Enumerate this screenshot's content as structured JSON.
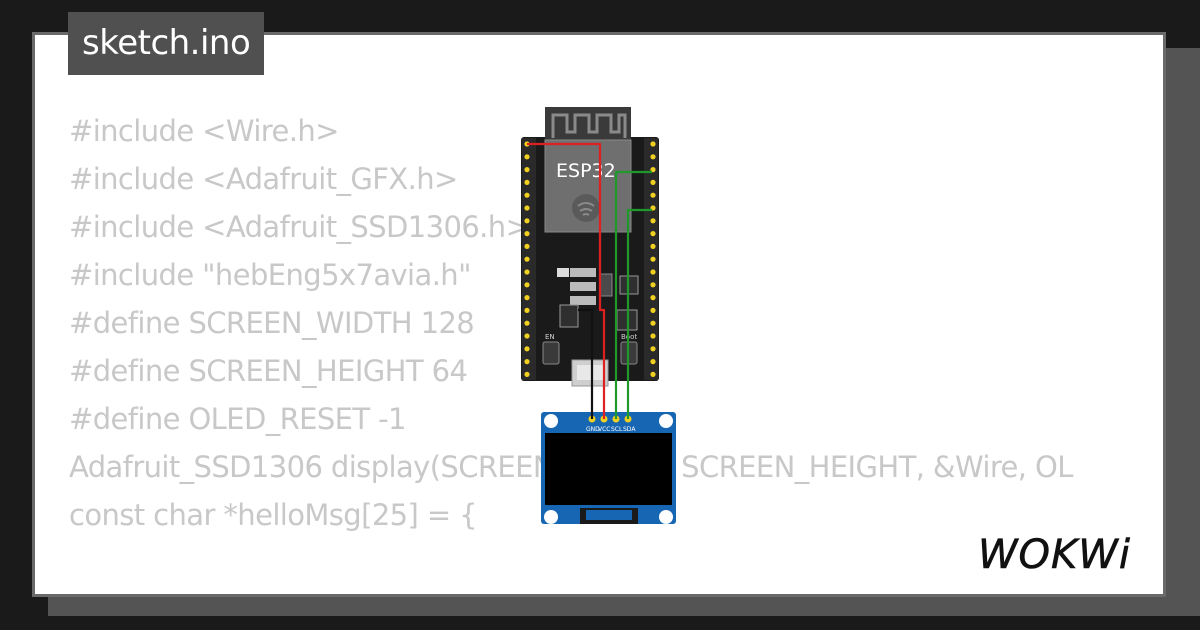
{
  "tab": {
    "title": "sketch.ino"
  },
  "code_lines": [
    "#include <Wire.h>",
    "#include <Adafruit_GFX.h>",
    "#include <Adafruit_SSD1306.h>",
    "#include \"hebEng5x7avia.h\"",
    "",
    "#define SCREEN_WIDTH 128",
    "#define SCREEN_HEIGHT 64",
    "#define OLED_RESET -1",
    "Adafruit_SSD1306 display(SCREEN_WIDTH, SCREEN_HEIGHT, &Wire, OL",
    "",
    "const char *helloMsg[25] = {"
  ],
  "board": {
    "label": "ESP32",
    "button_en": "EN",
    "button_boot": "Boot"
  },
  "oled": {
    "pins": [
      "GND",
      "VCC",
      "SCL",
      "SDA"
    ]
  },
  "wire_colors": {
    "gnd": "#111111",
    "vcc": "#e02020",
    "data": "#1f9a2a"
  },
  "brand": {
    "logo_text": "WOKWi"
  }
}
